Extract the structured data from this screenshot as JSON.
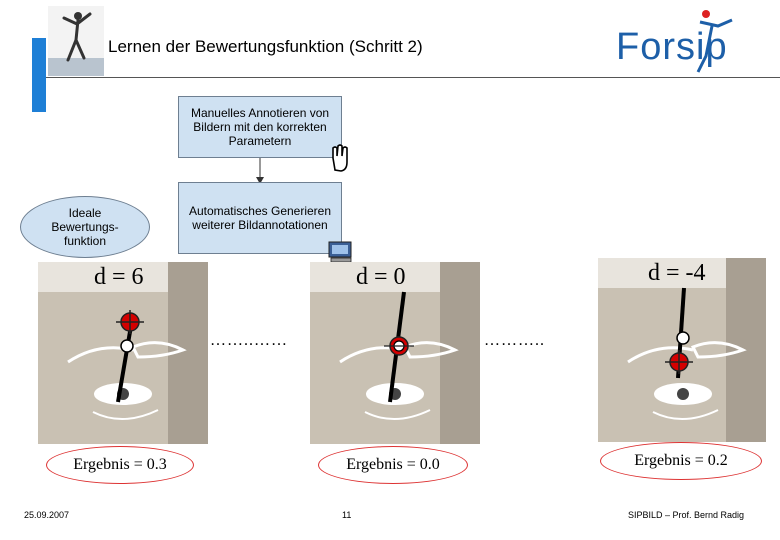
{
  "header": {
    "title": "Lernen der Bewertungsfunktion (Schritt 2)",
    "logo_text": "Forsip"
  },
  "process": {
    "manual_box": "Manuelles Annotieren von Bildern mit den korrekten Parametern",
    "auto_box": "Automatisches Generieren weiterer Bildannotationen",
    "ideal_oval": "Ideale Bewertungs-funktion"
  },
  "images": [
    {
      "d_label": "d = 6",
      "result": "Ergebnis = 0.3"
    },
    {
      "d_label": "d = 0",
      "result": "Ergebnis = 0.0"
    },
    {
      "d_label": "d = -4",
      "result": "Ergebnis = 0.2"
    }
  ],
  "dots": [
    "……..……",
    "……….."
  ],
  "footer": {
    "date": "25.09.2007",
    "page": "11",
    "credit": "SIPBILD – Prof. Bernd Radig"
  },
  "colors": {
    "accent_bar": "#1e7fd6",
    "box_fill": "#cfe1f2",
    "result_border": "#dd3333",
    "marker_red": "#d40000",
    "logo_blue": "#1d5fa8"
  },
  "icons": [
    "skater-photo",
    "forsip-logo",
    "hand-icon",
    "computer-icon"
  ]
}
